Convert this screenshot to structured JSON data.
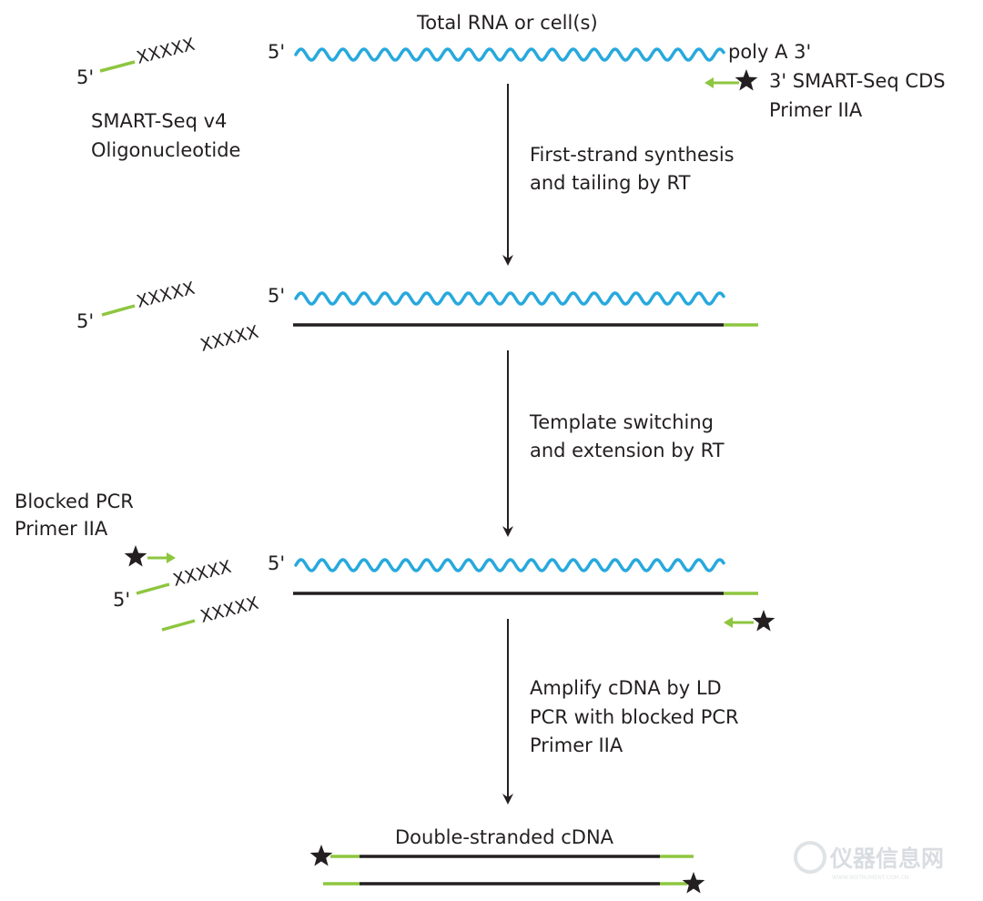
{
  "labels": {
    "top_title": "Total RNA or cell(s)",
    "five_prime": "5'",
    "poly_a": "poly A 3'",
    "cds_primer": "3' SMART-Seq CDS",
    "cds_primer_2": "Primer IIA",
    "oligo_1": "SMART-Seq v4",
    "oligo_2": "Oligonucleotide",
    "tag": "XXXXX",
    "blocked_1": "Blocked PCR",
    "blocked_2": "Primer IIA",
    "final": "Double-stranded cDNA"
  },
  "steps": [
    {
      "line1": "First-strand synthesis",
      "line2": "and tailing by RT"
    },
    {
      "line1": "Template switching",
      "line2": "and extension by RT"
    },
    {
      "line1": "Amplify cDNA by LD",
      "line2": "PCR with blocked PCR",
      "line3": "Primer IIA"
    }
  ],
  "watermark": {
    "text": "仪器信息网",
    "sub": "WWW.INSTRUMENT.COM.CN"
  },
  "colors": {
    "rna": "#27a9dd",
    "primer": "#8dc63f",
    "dna": "#231f20",
    "text": "#231f20"
  }
}
